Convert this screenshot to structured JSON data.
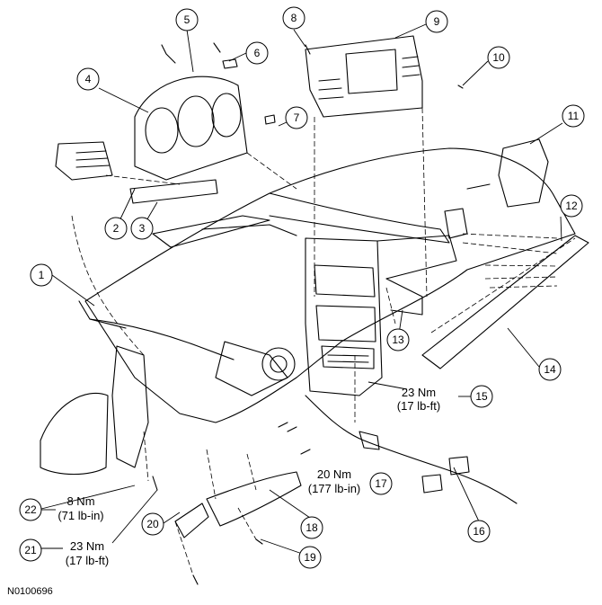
{
  "diagram": {
    "figure_id": "N0100696",
    "callouts": [
      "1",
      "2",
      "3",
      "4",
      "5",
      "6",
      "7",
      "8",
      "9",
      "10",
      "11",
      "12",
      "13",
      "14",
      "15",
      "16",
      "17",
      "18",
      "19",
      "20",
      "21",
      "22"
    ],
    "torque_specs": {
      "c15": {
        "line1": "23 Nm",
        "line2": "(17 lb-ft)"
      },
      "c17": {
        "line1": "20 Nm",
        "line2": "(177 lb-in)"
      },
      "c21": {
        "line1": "23 Nm",
        "line2": "(17 lb-ft)"
      },
      "c22": {
        "line1": "8 Nm",
        "line2": "(71 lb-in)"
      }
    }
  }
}
